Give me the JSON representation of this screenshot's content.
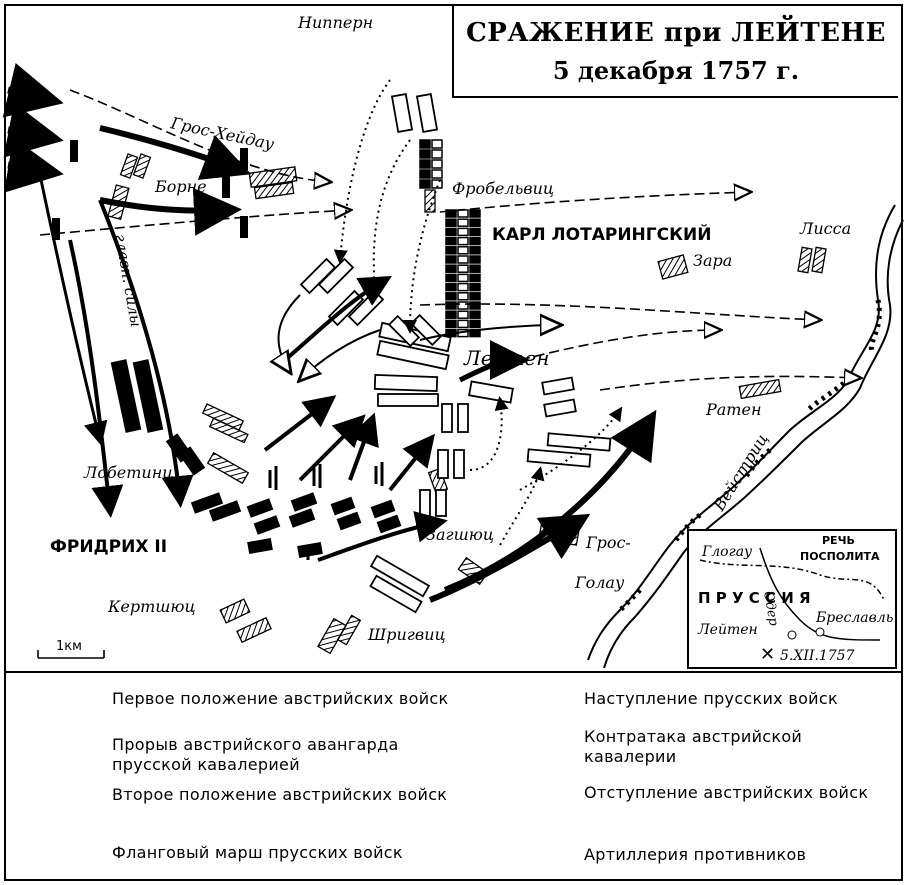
{
  "title": {
    "line1": "СРАЖЕНИЕ при ЛЕЙТЕНЕ",
    "line2": "5 декабря 1757 г."
  },
  "places": {
    "nipern": "Нипперн",
    "gros_heidau": "Грос-Хейдау",
    "borne": "Борне",
    "frobelwitz": "Фробельвиц",
    "lissa": "Лисса",
    "zara": "Зара",
    "leiten": "Лейтен",
    "raten": "Ратен",
    "lobetinz": "Лобетинц",
    "zagshutz": "Загшюц",
    "gros_golau": "Грос-\nГолау",
    "gros_golau_1": "Грос-",
    "gros_golau_2": "Голау",
    "kertshutz": "Кертшюц",
    "shrigvits": "Шригвиц",
    "river": "Вейстриц"
  },
  "commanders": {
    "karl": "КАРЛ ЛОТАРИНГСКИЙ",
    "friedrich": "ФРИДРИХ II"
  },
  "main_forces_label": "главн. силы",
  "scale": {
    "label": "1км"
  },
  "inset": {
    "glogau": "Глогау",
    "rzecz": "РЕЧЬ",
    "pospolita": "ПОСПОЛИТА",
    "prussia": "П Р У С С И Я",
    "oder": "Одер",
    "breslau": "Бреславль",
    "leiten": "Лейтен",
    "date": "5.XII.1757"
  },
  "legend": {
    "item1": "Первое положение австрийских войск",
    "item2": "Прорыв австрийского авангарда прусской кавалерией",
    "item3": "Второе положение австрийских войск",
    "item4": "Фланговый марш прусских войск",
    "item5": "Наступление прусских войск",
    "item6": "Контратака австрийской кавалерии",
    "item7": "Отступление австрийских войск",
    "item8": "Артиллерия противников"
  },
  "colors": {
    "ink": "#000000",
    "paper": "#ffffff"
  },
  "icons": [
    "village-hatched-icon",
    "austrian-unit-icon",
    "prussian-unit-icon",
    "artillery-icon",
    "battle-cross-icon"
  ]
}
